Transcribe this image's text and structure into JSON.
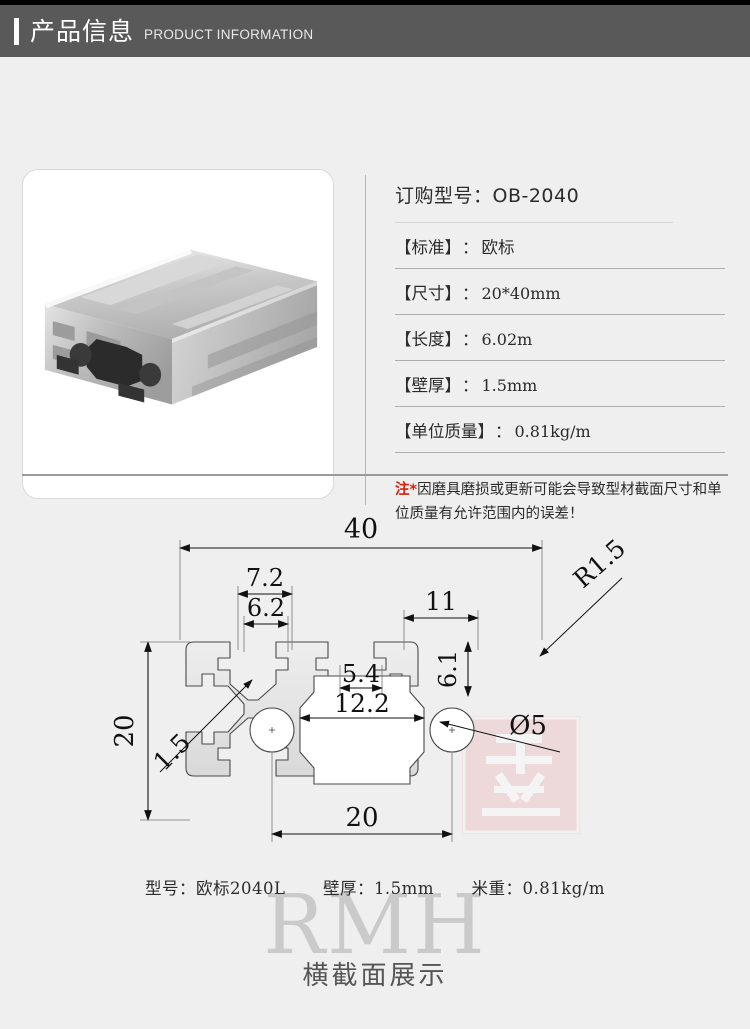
{
  "header": {
    "title_cn": "产品信息",
    "title_en": "PRODUCT INFORMATION",
    "bg_color": "#595959",
    "accent_color": "#ffffff"
  },
  "product_photo": {
    "alt": "aluminum-extrusion-profile-3d-render"
  },
  "spec": {
    "model_line": "订购型号：OB-2040",
    "rows": [
      {
        "key": "【标准】",
        "colon": "：",
        "value": "欧标",
        "is_cn": true
      },
      {
        "key": "【尺寸】",
        "colon": "：",
        "value": "20*40mm",
        "is_cn": false
      },
      {
        "key": "【长度】",
        "colon": "：",
        "value": "6.02m",
        "is_cn": false
      },
      {
        "key": "【壁厚】",
        "colon": "：",
        "value": "1.5mm",
        "is_cn": false
      },
      {
        "key": "【单位质量】",
        "colon": "：",
        "value": "0.81kg/m",
        "is_cn": false
      }
    ],
    "note_mark": "注*",
    "note_text": "因磨具磨损或更新可能会导致型材截面尺寸和单位质量有允许范围内的误差！",
    "note_mark_color": "#d81e06"
  },
  "drawing": {
    "dimensions": {
      "width_overall": "40",
      "slot_outer": "7.2",
      "slot_inner": "6.2",
      "groove_width": "11",
      "groove_depth": "6.1",
      "core_gap": "5.4",
      "core_width": "12.2",
      "height_overall": "20",
      "wall_thickness": "1.5",
      "hole_spacing": "20",
      "corner_radius": "R1.5",
      "bore_diameter": "Ø5"
    },
    "caption": {
      "model_label": "型号：",
      "model_value": "欧标2040L",
      "wall_label": "壁厚：",
      "wall_value": "1.5mm",
      "weight_label": "米重：",
      "weight_value": "0.81kg/m"
    },
    "watermark": "RMH",
    "seal_color": "#e8a8a8",
    "title": "横截面展示"
  }
}
